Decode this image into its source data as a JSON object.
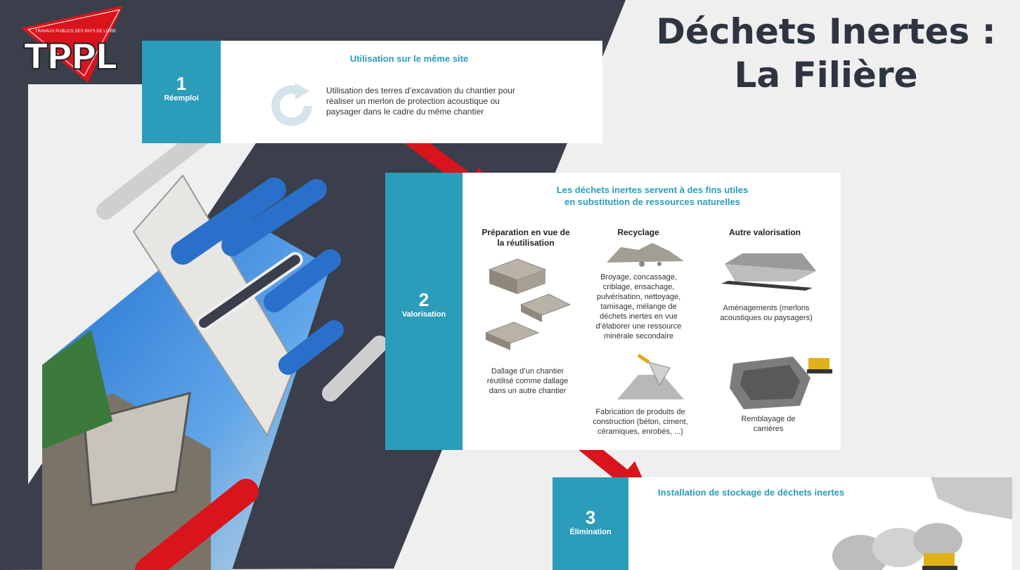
{
  "logo": {
    "text": "TPPL",
    "subtitle": "TRAVAUX PUBLICS DES PAYS DE LOIRE"
  },
  "title": {
    "line1": "Déchets Inertes :",
    "line2": "La Filière"
  },
  "step1": {
    "number": "1",
    "label": "Réemploi",
    "heading": "Utilisation sur le même site",
    "text": "Utilisation des terres d’excavation du chantier pour réaliser un merlon de protection acoustique ou paysager dans le cadre du même chantier"
  },
  "step2": {
    "number": "2",
    "label": "Valorisation",
    "heading_line1": "Les déchets inertes servent à des fins utiles",
    "heading_line2": "en substitution de ressources naturelles",
    "col1": {
      "title": "Préparation en vue de la réutilisation",
      "text": "Dallage d’un chantier réutilisé comme dallage dans un autre chantier"
    },
    "col2": {
      "title": "Recyclage",
      "text": "Broyage, concassage, criblage, ensachage, pulvérisation, nettoyage, tamisage, mélange de déchets inertes en vue d’élaborer une ressource minérale secondaire",
      "text2": "Fabrication de produits de construction (béton, ciment, céramiques, enrobés, ...)"
    },
    "col3": {
      "title": "Autre valorisation",
      "text": "Aménagements (merlons acoustiques ou paysagers)",
      "text2": "Remblayage de carrières"
    }
  },
  "step3": {
    "number": "3",
    "label": "Élimination",
    "heading": "Installation de stockage de déchets inertes"
  },
  "colors": {
    "accent": "#2b9cba",
    "arrow": "#d9141c",
    "dark": "#2e3440",
    "blue": "#2a6fc9"
  }
}
